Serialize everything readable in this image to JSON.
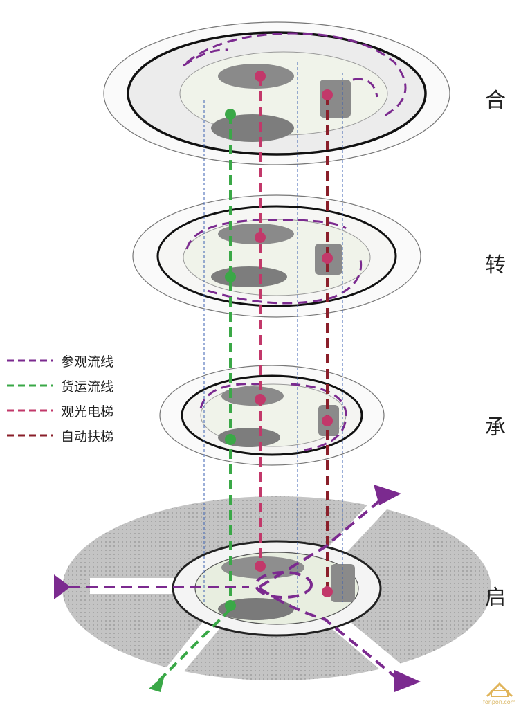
{
  "stages": [
    "合",
    "转",
    "承",
    "启"
  ],
  "legend": [
    {
      "label": "参观流线",
      "color": "#7b2a8f",
      "icon": "dashed-line"
    },
    {
      "label": "货运流线",
      "color": "#3aa847",
      "icon": "dashed-line"
    },
    {
      "label": "观光电梯",
      "color": "#c2386a",
      "icon": "dashed-line"
    },
    {
      "label": "自动扶梯",
      "color": "#8a1f2a",
      "icon": "dashed-line"
    }
  ],
  "watermark": {
    "text": "fonpon.com",
    "logo": "金盘"
  },
  "colors": {
    "visitor": "#7b2a8f",
    "freight": "#3aa847",
    "elevator": "#c2386a",
    "escalator": "#8a1f2a",
    "guide": "#3a5fb0",
    "plaza": "#bdbdbd"
  }
}
